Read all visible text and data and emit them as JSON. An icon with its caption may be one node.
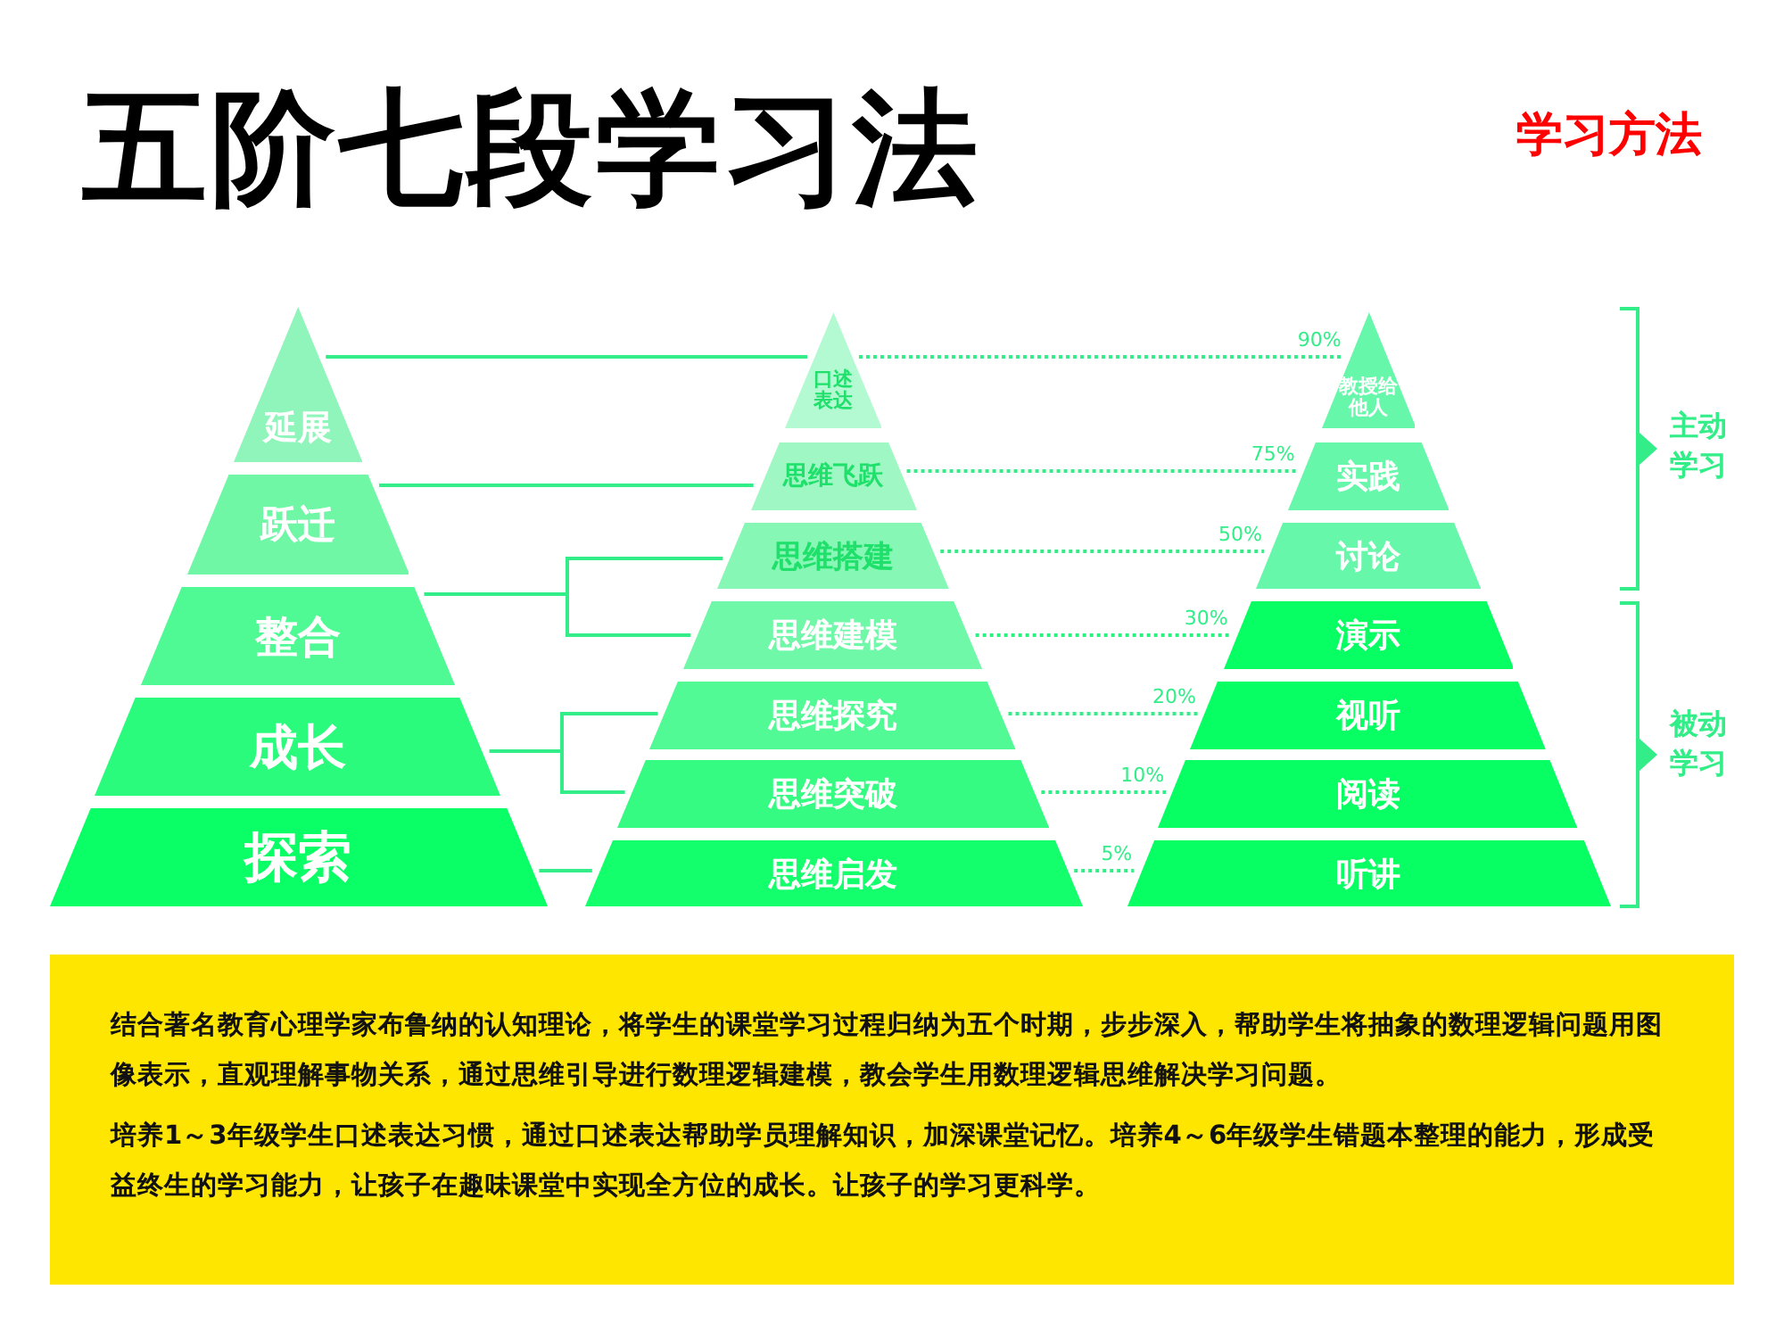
{
  "diagram": {
    "title": "五阶七段学习法",
    "nodes": [
      {
        "text": [
          "延展"
        ]
      },
      {
        "text": [
          "跃迁"
        ]
      },
      {
        "text": [
          "整合"
        ]
      },
      {
        "text": [
          "成长"
        ]
      },
      {
        "text": [
          "探索"
        ]
      },
      {
        "text": [
          "口述表达"
        ]
      },
      {
        "text": [
          "思维飞跃"
        ]
      },
      {
        "text": [
          "思维搭建"
        ]
      },
      {
        "text": [
          "思维建模"
        ]
      },
      {
        "text": [
          "思维探究"
        ]
      },
      {
        "text": [
          "思维突破"
        ]
      },
      {
        "text": [
          "思维启发"
        ]
      },
      {
        "text": [
          "教授给他人"
        ]
      },
      {
        "text": [
          "实践"
        ]
      },
      {
        "text": [
          "讨论"
        ]
      },
      {
        "text": [
          "演示"
        ]
      },
      {
        "text": [
          "视听"
        ]
      },
      {
        "text": [
          "阅读"
        ]
      },
      {
        "text": [
          "听讲"
        ]
      }
    ],
    "edges": [
      {
        "from": 0,
        "to": 5,
        "arrow": "none"
      },
      {
        "from": 1,
        "to": 6,
        "arrow": "none"
      },
      {
        "from": 2,
        "to": 7,
        "arrow": "none"
      },
      {
        "from": 2,
        "to": 8,
        "arrow": "none"
      },
      {
        "from": 3,
        "to": 9,
        "arrow": "none"
      },
      {
        "from": 3,
        "to": 10,
        "arrow": "none"
      },
      {
        "from": 4,
        "to": 11,
        "arrow": "none"
      },
      {
        "from": 5,
        "to": 12,
        "arrow": "none",
        "label": "90%",
        "style": "dashed"
      },
      {
        "from": 6,
        "to": 13,
        "arrow": "none",
        "label": "75%",
        "style": "dashed"
      },
      {
        "from": 7,
        "to": 14,
        "arrow": "none",
        "label": "50%",
        "style": "dashed"
      },
      {
        "from": 8,
        "to": 15,
        "arrow": "none",
        "label": "30%",
        "style": "dashed"
      },
      {
        "from": 9,
        "to": 16,
        "arrow": "none",
        "label": "20%",
        "style": "dashed"
      },
      {
        "from": 10,
        "to": 17,
        "arrow": "none",
        "label": "10%",
        "style": "dashed"
      },
      {
        "from": 11,
        "to": 18,
        "arrow": "none",
        "label": "5%",
        "style": "dashed"
      }
    ],
    "labels": [
      "学习方法",
      "主动学习",
      "被动学习",
      "结合著名教育心理学家布鲁纳的认知理论，将学生的课堂学习过程归纳为五个时期，步步深入，帮助学生将抽象的数理逻辑问题用图像表示，直观理解事物关系，通过思维引导进行数理逻辑建模，教会学生用数理逻辑思维解决学习问题。",
      "培养1～3年级学生口述表达习惯，通过口述表达帮助学员理解知识，加深课堂记忆。培养4～6年级学生错题本整理的能力，形成受益终生的学习能力，让孩子在趣味课堂中实现全方位的成长。让孩子的学习更科学。"
    ]
  }
}
